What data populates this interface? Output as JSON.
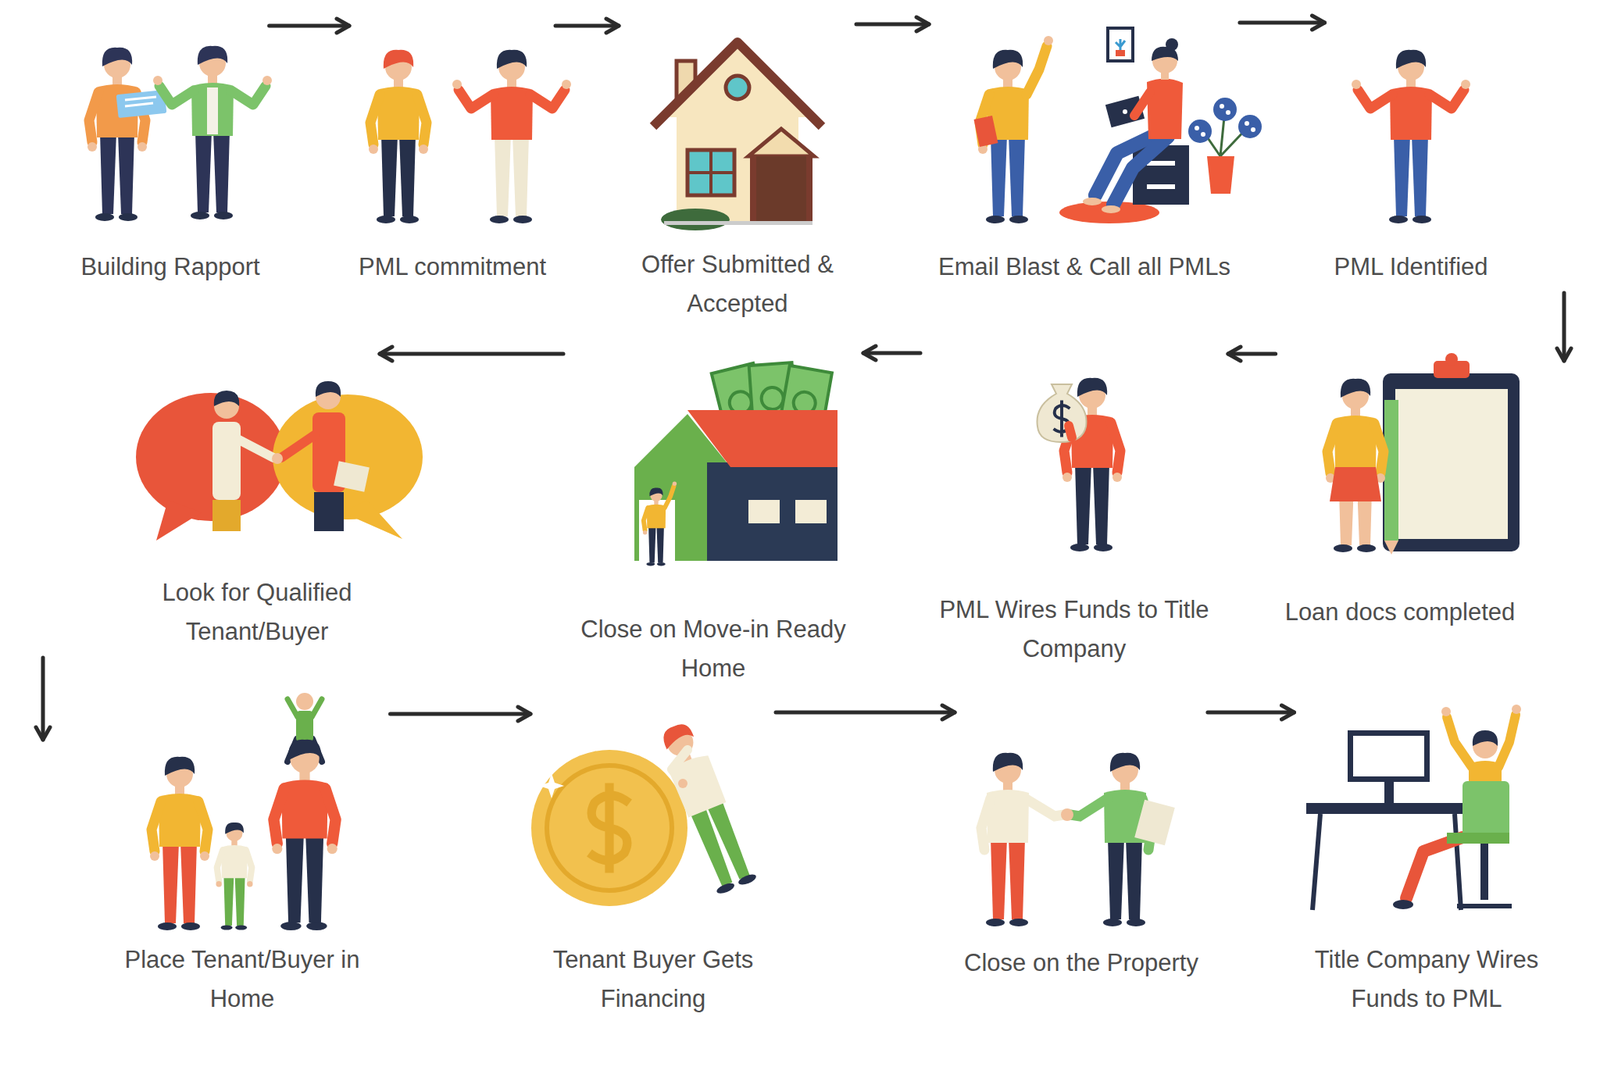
{
  "diagram": {
    "nodes": [
      {
        "text": [
          "Building Rapport"
        ]
      },
      {
        "text": [
          "PML commitment"
        ]
      },
      {
        "text": [
          "Offer Submitted & Accepted"
        ]
      },
      {
        "text": [
          "Email Blast & Call all PMLs"
        ]
      },
      {
        "text": [
          "PML Identified"
        ]
      },
      {
        "text": [
          "Loan docs completed"
        ]
      },
      {
        "text": [
          "PML Wires Funds to Title Company"
        ]
      },
      {
        "text": [
          "Close on Move-in Ready Home"
        ]
      },
      {
        "text": [
          "Look for Qualified Tenant/Buyer"
        ]
      },
      {
        "text": [
          "Place Tenant/Buyer in Home"
        ]
      },
      {
        "text": [
          "Tenant Buyer Gets Financing"
        ]
      },
      {
        "text": [
          "Close on the Property"
        ]
      },
      {
        "text": [
          "Title Company Wires Funds to PML"
        ]
      }
    ],
    "edges": [
      {
        "from": 0,
        "to": 1,
        "arrow": "to"
      },
      {
        "from": 1,
        "to": 2,
        "arrow": "to"
      },
      {
        "from": 2,
        "to": 3,
        "arrow": "to"
      },
      {
        "from": 3,
        "to": 4,
        "arrow": "to"
      },
      {
        "from": 4,
        "to": 5,
        "arrow": "to"
      },
      {
        "from": 5,
        "to": 6,
        "arrow": "to"
      },
      {
        "from": 6,
        "to": 7,
        "arrow": "to"
      },
      {
        "from": 7,
        "to": 8,
        "arrow": "to"
      },
      {
        "from": 8,
        "to": 9,
        "arrow": "to"
      },
      {
        "from": 9,
        "to": 10,
        "arrow": "to"
      },
      {
        "from": 10,
        "to": 11,
        "arrow": "to"
      },
      {
        "from": 11,
        "to": 12,
        "arrow": "to"
      }
    ]
  }
}
